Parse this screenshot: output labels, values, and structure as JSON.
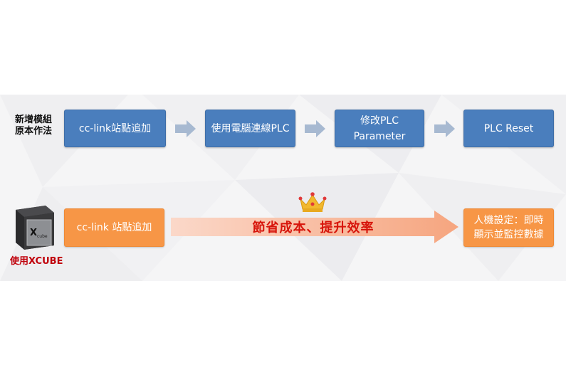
{
  "row1": {
    "label_line1": "新增模組",
    "label_line2": "原本作法",
    "steps": [
      {
        "text": "cc-link站點追加"
      },
      {
        "text": "使用電腦連線PLC"
      },
      {
        "line1": "修改PLC",
        "line2": "Parameter"
      },
      {
        "text": "PLC Reset"
      }
    ]
  },
  "row2": {
    "device_label": "使用XCUBE",
    "device_logo_x": "X",
    "device_logo_word": "cube",
    "step": "cc-link 站點追加",
    "banner": "節省成本、提升效率",
    "result_line1": "人機設定：即時",
    "result_line2": "顯示並監控數據"
  },
  "colors": {
    "box_blue": "#4a7ebd",
    "box_orange": "#f79646",
    "arrow_gray": "#a7b9d1",
    "banner_text": "#d7150b",
    "device_label": "#c0000b"
  },
  "icons": [
    "crown-icon",
    "xcube-device-icon"
  ]
}
